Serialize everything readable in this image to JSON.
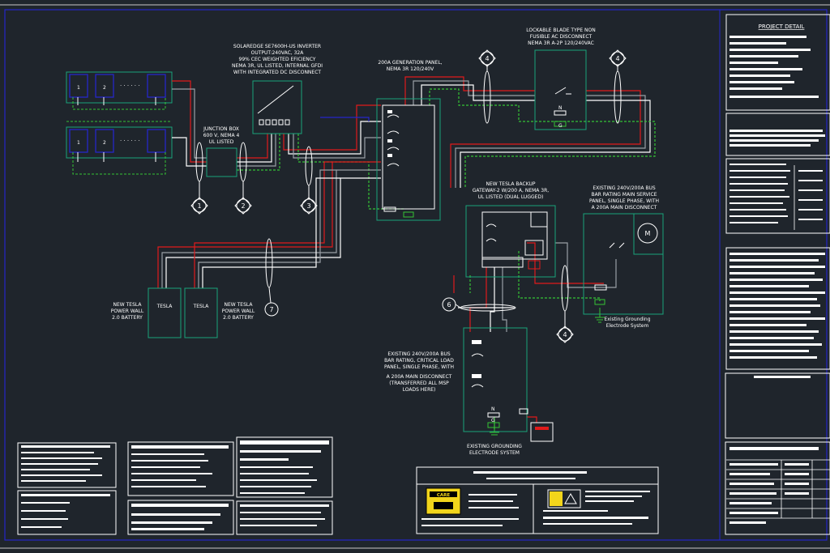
{
  "labels": {
    "inverter_l1": "SOLAREDGE SE7600H-US INVERTER",
    "inverter_l2": "OUTPUT:240VAC, 32A",
    "inverter_l3": "99% CEC WEIGHTED EFICIENCY",
    "inverter_l4": "NEMA 3R, UL LISTED, INTERNAL GFDI",
    "inverter_l5": "WITH INTEGRATED DC DISCONNECT",
    "jbox_l1": "JUNCTION BOX",
    "jbox_l2": "600 V, NEMA 4",
    "jbox_l3": "UL LISTED",
    "genpanel_l1": "200A GENERATION PANEL,",
    "genpanel_l2": "NEMA 3R 120/240V",
    "acdisc_l1": "LOCKABLE BLADE TYPE NON",
    "acdisc_l2": "FUSIBLE AC DISCONNECT",
    "acdisc_l3": "NEMA 3R A-2P 120/240VAC",
    "gateway_l1": "NEW TESLA BACKUP",
    "gateway_l2": "GATEWAY-2 W/200 A, NEMA 3R,",
    "gateway_l3": "UL LISTED (DUAL LUGGED)",
    "msp_l1": "EXISTING 240V/200A BUS",
    "msp_l2": "BAR RATING MAIN SERVICE",
    "msp_l3": "PANEL, SINGLE PHASE, WITH",
    "msp_l4": "A 200A MAIN DISCONNECT",
    "msp_ground_l1": "Existing Grounding",
    "msp_ground_l2": "Electrode System",
    "battery_left_l1": "NEW TESLA",
    "battery_left_l2": "POWER WALL",
    "battery_left_l3": "2.0 BATTERY",
    "battery_right_l1": "NEW TESLA",
    "battery_right_l2": "POWER WALL",
    "battery_right_l3": "2.0 BATTERY",
    "tesla_1": "TESLA",
    "tesla_2": "TESLA",
    "clp_l1": "EXISTING 240V/200A BUS",
    "clp_l2": "BAR RATING, CRITICAL LOAD",
    "clp_l3": "PANEL, SINGLE PHASE, WITH",
    "clp_l4": "A 200A MAIN DISCONNECT",
    "clp_l5": "(TRANSFERRED ALL MSP",
    "clp_l6": "LOADS HERE)",
    "clp_ground_l1": "EXISTING GROUNDING",
    "clp_ground_l2": "ELECTRODE SYSTEM",
    "project_detail": "PROJECT DETAIL",
    "care": "CARE",
    "n_acdisc": "N",
    "g_acdisc": "G",
    "n_clp": "N",
    "g_clp": "G",
    "motor": "M",
    "module_1a": "1",
    "module_2a": "2",
    "module_1b": "1",
    "module_2b": "2",
    "dots_a": ". . . . . .",
    "dots_b": ". . . . . .",
    "tag_1": "1",
    "tag_2": "2",
    "tag_3": "3",
    "tag_4a": "4",
    "tag_4b": "4",
    "tag_4c": "4",
    "tag_6": "6",
    "tag_7": "7"
  },
  "colors": {
    "background": "#1f252c",
    "border": "#2626c8",
    "box": "#1aa37a",
    "red": "#e01b1b",
    "black_wire": "#9aa0a6",
    "white_wire": "#ffffff",
    "ground": "#35c435",
    "blue_wire": "#3b3bff"
  }
}
